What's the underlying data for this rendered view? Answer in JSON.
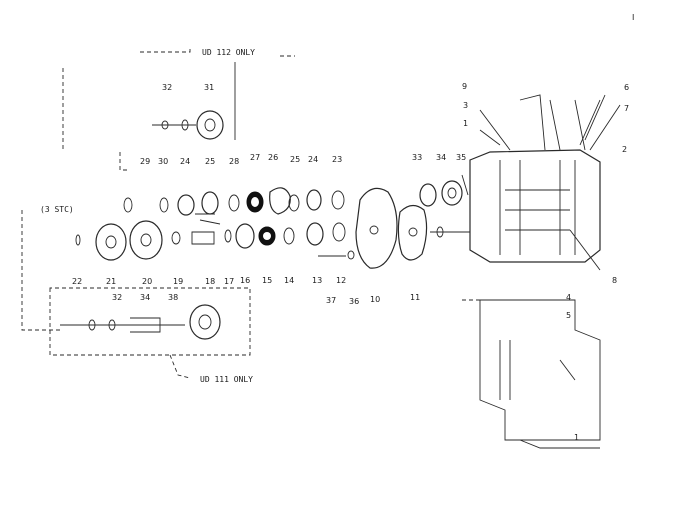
{
  "notes": {
    "top_box": "UD 112 ONLY",
    "bottom_box": "UD 111 ONLY",
    "left_tag": "(3 STC)"
  },
  "corner_mark": "I",
  "callouts": {
    "n32a": "32",
    "n31": "31",
    "n29": "29",
    "n30": "30",
    "n24a": "24",
    "n25a": "25",
    "n28": "28",
    "n27": "27",
    "n26": "26",
    "n25b": "25",
    "n24b": "24",
    "n23": "23",
    "n33": "33",
    "n34": "34",
    "n35": "35",
    "n9": "9",
    "n3": "3",
    "n1": "1",
    "n6": "6",
    "n7": "7",
    "n2": "2",
    "n8": "8",
    "n22": "22",
    "n21": "21",
    "n20": "20",
    "n19": "19",
    "n18": "18",
    "n17": "17",
    "n16": "16",
    "n15": "15",
    "n14": "14",
    "n13": "13",
    "n12": "12",
    "n37": "37",
    "n36": "36",
    "n10": "10",
    "n11": "11",
    "n32b": "32",
    "n34b": "34",
    "n38": "38",
    "n4": "4",
    "n5": "5",
    "n1b": "1"
  }
}
